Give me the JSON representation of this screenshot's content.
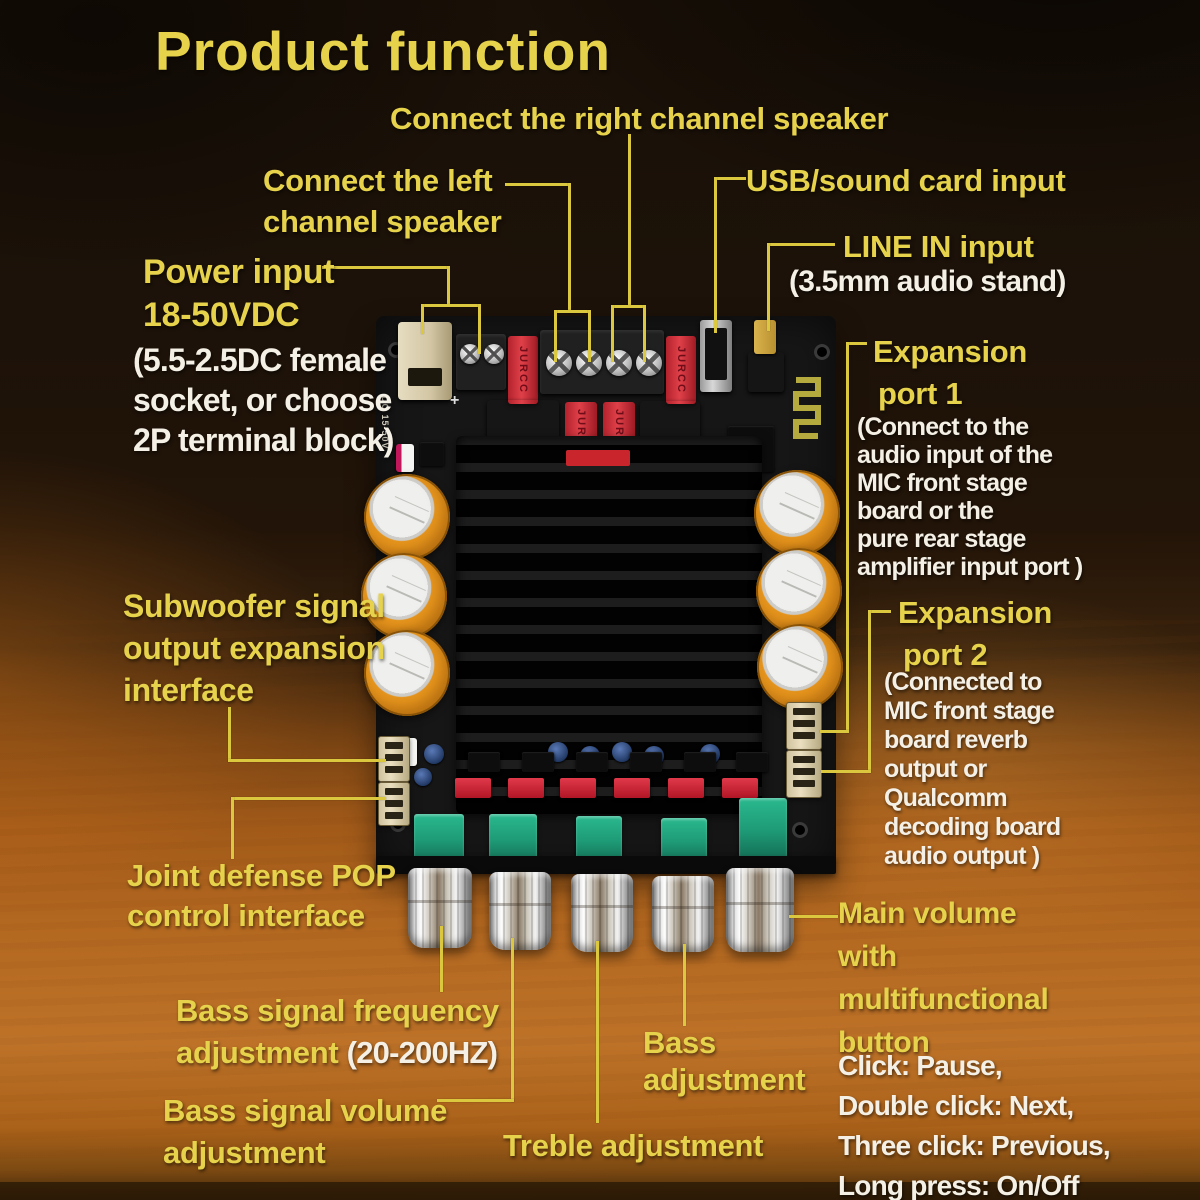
{
  "title": "Product function",
  "colors": {
    "label_yellow": "#e6d24b",
    "info_white": "#f4f0e6",
    "leader_line": "#dcc83e",
    "pcb_black": "#161616",
    "capacitor_orange": "#e8971d",
    "connector_red": "#d5333c",
    "potentiometer_green": "#1f9e7a",
    "knob_chrome": "#d8d8d8",
    "wood_orange": "#b4671e"
  },
  "annotations": {
    "right_channel": {
      "text": "Connect the right channel speaker"
    },
    "left_channel": {
      "lines": [
        "Connect the left",
        "channel speaker"
      ]
    },
    "usb": {
      "text": "USB/sound card input"
    },
    "line_in": {
      "title": "LINE IN input",
      "sub": "(3.5mm audio stand)"
    },
    "power": {
      "title_lines": [
        "Power input",
        "18-50VDC"
      ],
      "sub_lines": [
        "(5.5-2.5DC female",
        "socket, or choose",
        "2P terminal block)"
      ]
    },
    "expansion1": {
      "title_lines": [
        "Expansion",
        "port 1"
      ],
      "sub_lines": [
        "(Connect to the",
        "audio input of the",
        "MIC front stage",
        "board or the",
        "pure rear stage",
        "amplifier input port )"
      ]
    },
    "expansion2": {
      "title_lines": [
        "Expansion",
        "port 2"
      ],
      "sub_lines": [
        "(Connected to",
        "MIC front stage",
        "board reverb",
        "output or",
        "Qualcomm",
        "decoding board",
        "audio output )"
      ]
    },
    "subwoofer": {
      "lines": [
        "Subwoofer signal",
        "output expansion",
        "interface"
      ]
    },
    "joint_defense": {
      "lines": [
        "Joint defense POP",
        "control interface"
      ]
    },
    "bass_freq": {
      "line1": "Bass signal frequency",
      "line2_yellow": "adjustment ",
      "line2_white": "(20-200HZ)"
    },
    "bass_volume": {
      "lines": [
        "Bass signal volume",
        "adjustment"
      ]
    },
    "treble": {
      "text": "Treble adjustment"
    },
    "bass_adj": {
      "lines": [
        "Bass",
        "adjustment"
      ]
    },
    "main_volume": {
      "title_lines": [
        "Main volume",
        "with",
        "multifunctional",
        "button"
      ],
      "sub_lines": [
        "Click: Pause,",
        "Double click: Next,",
        "Three click: Previous,",
        "Long press: On/Off"
      ]
    }
  },
  "board": {
    "jurcc_label": "JURCC",
    "silkscreen": {
      "dc": "DC 15-50V",
      "plus": "+"
    }
  }
}
